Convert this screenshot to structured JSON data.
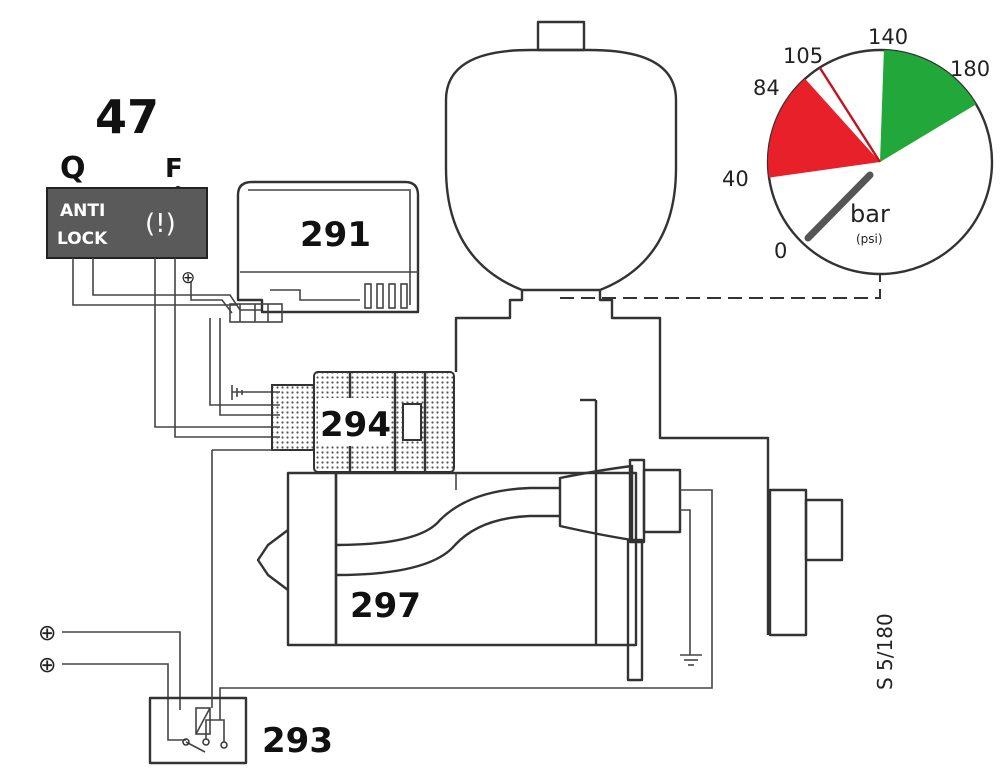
{
  "labels": {
    "figure_number": "47",
    "warning_panel_left": "Q",
    "warning_panel_right": "F",
    "reservoir": "291",
    "pressure_switch": "294",
    "pump_motor": "297",
    "relay": "293"
  },
  "warning_panel": {
    "text_line1": "ANTI",
    "text_line2": "LOCK",
    "brake_symbol": "(!)",
    "background_color": "#5a5a5a"
  },
  "gauge": {
    "unit": "bar",
    "sub_unit": "(psi)",
    "scale": [
      "0",
      "40",
      "84",
      "105",
      "140",
      "180"
    ],
    "red_range": [
      "40",
      "84"
    ],
    "green_range": [
      "140",
      "180"
    ],
    "red_color": "#e8202a",
    "green_color": "#22a83a"
  },
  "terminals": {
    "positive_symbol": "⊕"
  },
  "reference_code": "S 5/180"
}
